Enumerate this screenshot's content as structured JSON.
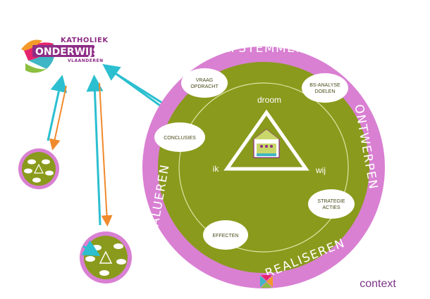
{
  "logo": {
    "line1": "KATHOLIEK",
    "line2": "ONDERWIJS",
    "line3": "VLAANDEREN"
  },
  "phases": {
    "top": "AFSTEMMEN",
    "right": "ONTWERPEN",
    "bottom": "REALISEREN",
    "left": "EVALUEREN"
  },
  "nodes": {
    "vraag": [
      "VRAAG",
      "OPDRACHT"
    ],
    "analyse": [
      "BS-ANALYSE",
      "DOELEN"
    ],
    "conclusies": [
      "CONCLUSIES"
    ],
    "strategie": [
      "STRATEGIE",
      "ACTIES"
    ],
    "effecten": [
      "EFFECTEN"
    ]
  },
  "center": {
    "top": "droom",
    "left": "ik",
    "right": "wij"
  },
  "context": "context",
  "colors": {
    "outer_ring": "#d980d3",
    "inner_disc": "#8a9a1c",
    "arrow_teal": "#2bbfd0",
    "arrow_orange": "#f08a2c",
    "purple": "#8e2c86"
  }
}
